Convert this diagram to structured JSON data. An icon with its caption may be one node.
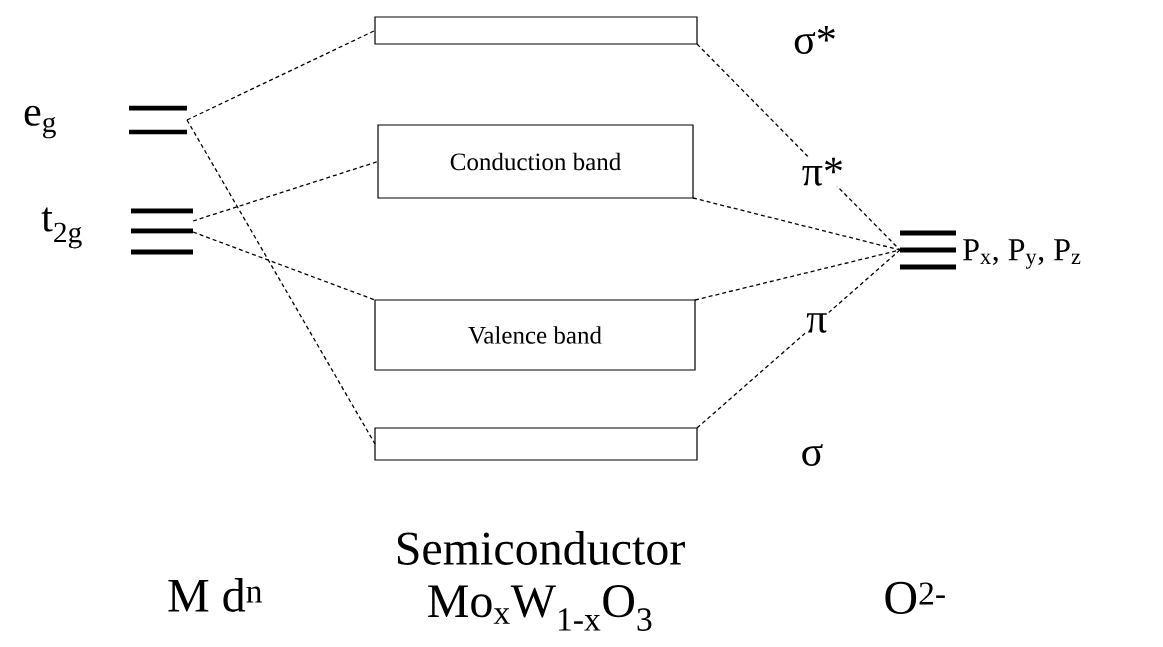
{
  "diagram": {
    "nodes": [
      {
        "text": [],
        "shape": "bar",
        "beside": [
          "e$_{g}$"
        ]
      },
      {
        "text": [],
        "shape": "bar",
        "beside": [
          "t$_{2g}$"
        ]
      },
      {
        "text": [],
        "shape": "box",
        "beside": [
          "σ*"
        ]
      },
      {
        "text": [
          "Conduction band"
        ]
      },
      {
        "text": [
          "Valence band"
        ]
      },
      {
        "text": [],
        "shape": "box",
        "beside": [
          "σ"
        ]
      },
      {
        "text": [],
        "shape": "bar",
        "beside": [
          "P$_{x}$, P$_{y}$, P$_{z}$"
        ]
      }
    ],
    "edges": [
      {
        "from": 0,
        "to": 2,
        "arrow": "none"
      },
      {
        "from": 0,
        "to": 5,
        "arrow": "none"
      },
      {
        "from": 1,
        "to": 3,
        "arrow": "none"
      },
      {
        "from": 1,
        "to": 4,
        "arrow": "none"
      },
      {
        "from": 2,
        "to": 6,
        "arrow": "none",
        "label": "π*"
      },
      {
        "from": 3,
        "to": 6,
        "arrow": "none"
      },
      {
        "from": 4,
        "to": 6,
        "arrow": "none"
      },
      {
        "from": 5,
        "to": 6,
        "arrow": "none",
        "label": "π"
      }
    ],
    "labels": [
      "M d$^{n}$",
      "Semiconductor",
      "Mo$_{x}$W$_{1-x}$O$_{3}$",
      "O$^{2-}$"
    ]
  }
}
